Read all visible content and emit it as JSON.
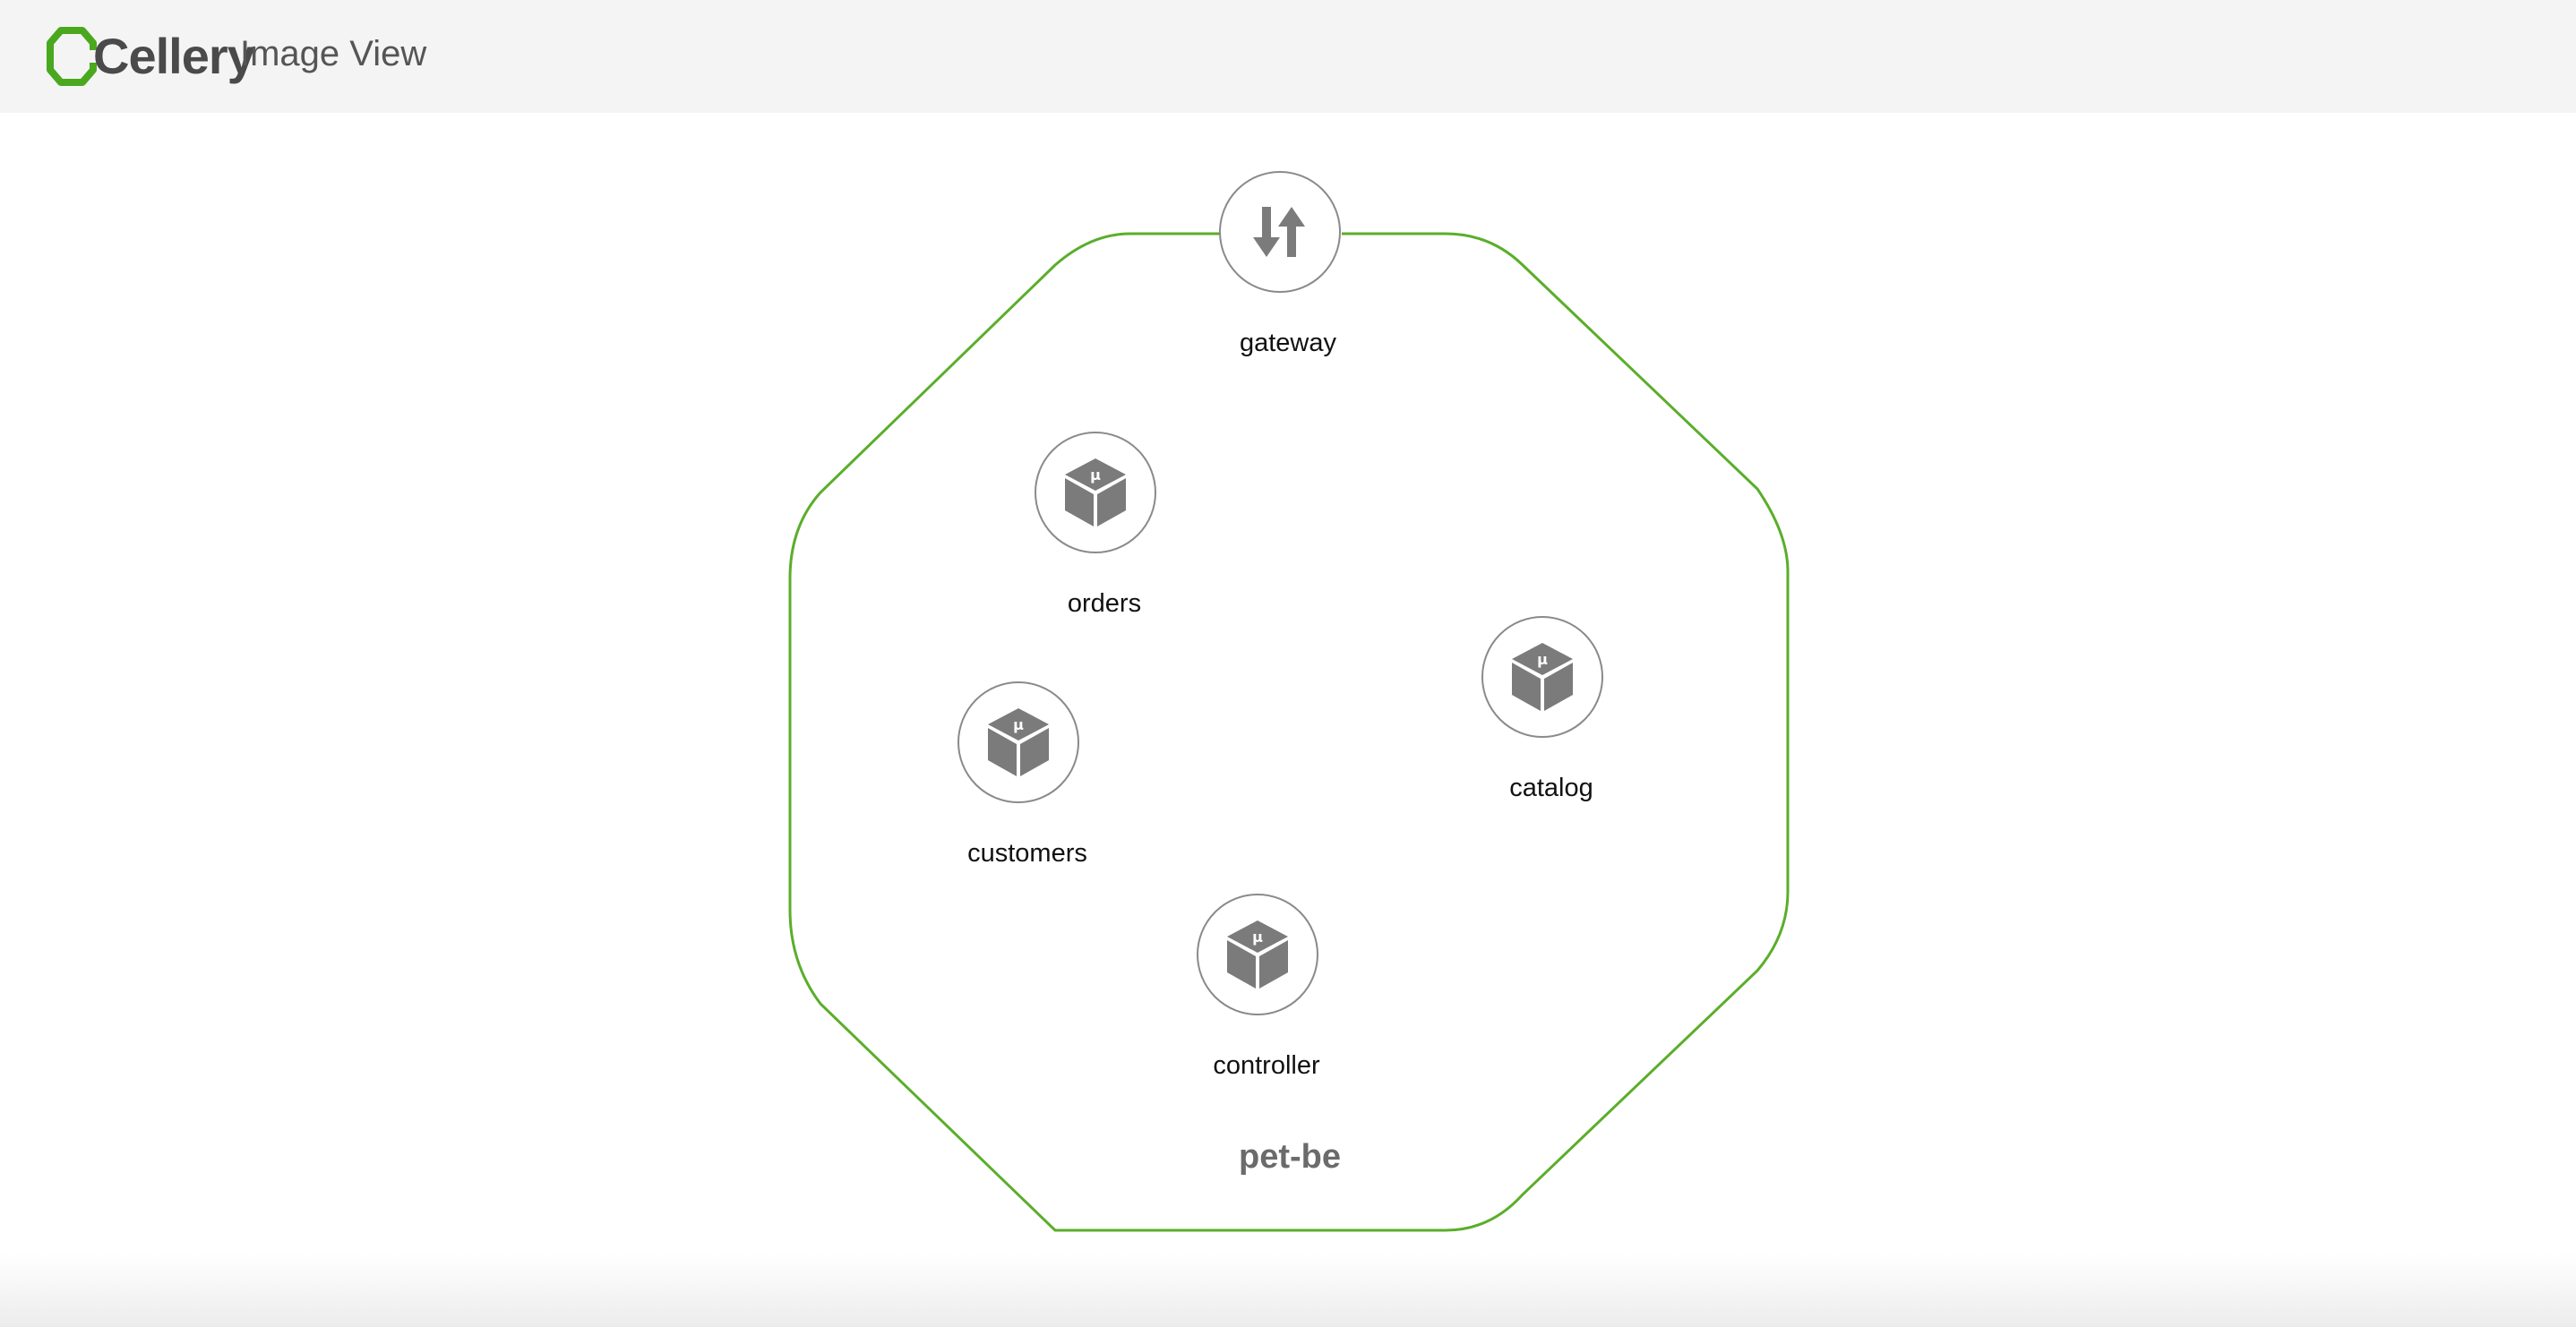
{
  "header": {
    "logo_text": "Cellery",
    "title": "Image View"
  },
  "colors": {
    "brand_green": "#4aa81e",
    "cell_outline": "#5aae2a",
    "node_border": "#8a8a8a",
    "icon_gray": "#7b7b7b"
  },
  "cell": {
    "name": "pet-be",
    "gateway": {
      "label": "gateway",
      "icon": "gateway-arrows-icon"
    },
    "components": [
      {
        "label": "orders",
        "icon": "microservice-cube-icon"
      },
      {
        "label": "catalog",
        "icon": "microservice-cube-icon"
      },
      {
        "label": "customers",
        "icon": "microservice-cube-icon"
      },
      {
        "label": "controller",
        "icon": "microservice-cube-icon"
      }
    ]
  }
}
